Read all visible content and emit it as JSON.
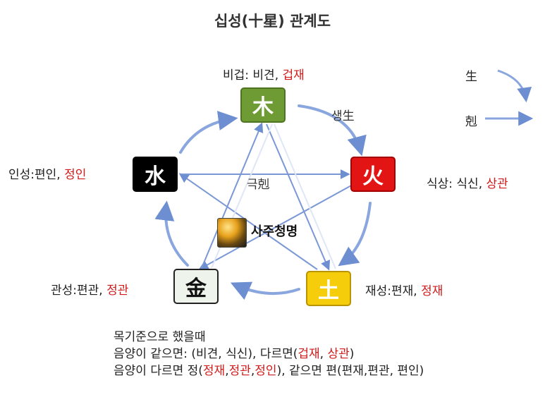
{
  "title": "십성(十星)  관계도",
  "elements": {
    "wood": "木",
    "fire": "火",
    "earth": "土",
    "metal": "金",
    "water": "水"
  },
  "labels": {
    "wood": {
      "prefix": "비겁: 비견, ",
      "red": "겁재"
    },
    "fire": {
      "prefix": "식상: 식신, ",
      "red": "상관"
    },
    "earth": {
      "prefix": "재성:편재, ",
      "red": "정재"
    },
    "metal": {
      "prefix": "관성:편관, ",
      "red": "정관"
    },
    "water": {
      "prefix": "인성:편인, ",
      "red": "정인"
    }
  },
  "cycle_labels": {
    "generate": "생生",
    "control": "극剋"
  },
  "legend": {
    "generate": "生",
    "control": "剋"
  },
  "logo_text": "사주청명",
  "notes": {
    "line1": "목기준으로 했을때",
    "line2": {
      "a": "음양이 같으면: (비견, 식신), 다르면(",
      "r1": "겁재",
      "b": ", ",
      "r2": "상관",
      "c": ")"
    },
    "line3": {
      "a": "음양이 다르면 정(",
      "r1": "정재",
      "b": ",",
      "r2": "정관",
      "c": ",",
      "r3": "정인",
      "d": "), 같으면 편(편재,편관, 편인)"
    }
  },
  "colors": {
    "wood": "#6e9b34",
    "fire": "#e21414",
    "earth": "#f5cd0b",
    "metal": "#eef3ec",
    "water": "#000000",
    "arrow": "#7a98d6",
    "red_text": "#d11a1a"
  }
}
